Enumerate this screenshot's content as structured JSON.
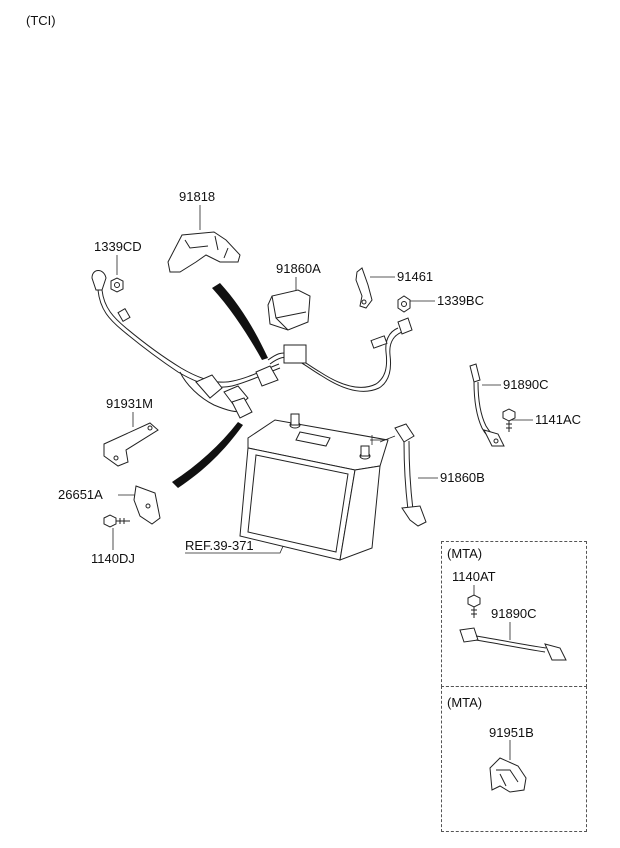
{
  "header": {
    "variant": "(TCI)"
  },
  "labels": {
    "p91818": "91818",
    "p1339CD": "1339CD",
    "p91860A": "91860A",
    "p91461": "91461",
    "p1339BC": "1339BC",
    "p91890C_main": "91890C",
    "p1141AC": "1141AC",
    "p91931M": "91931M",
    "p91860B": "91860B",
    "p26651A": "26651A",
    "p1140DJ": "1140DJ",
    "ref": "REF.39-371"
  },
  "mta_box_1": {
    "title": "(MTA)",
    "bolt": "1140AT",
    "cable": "91890C"
  },
  "mta_box_2": {
    "title": "(MTA)",
    "bracket": "91951B"
  }
}
